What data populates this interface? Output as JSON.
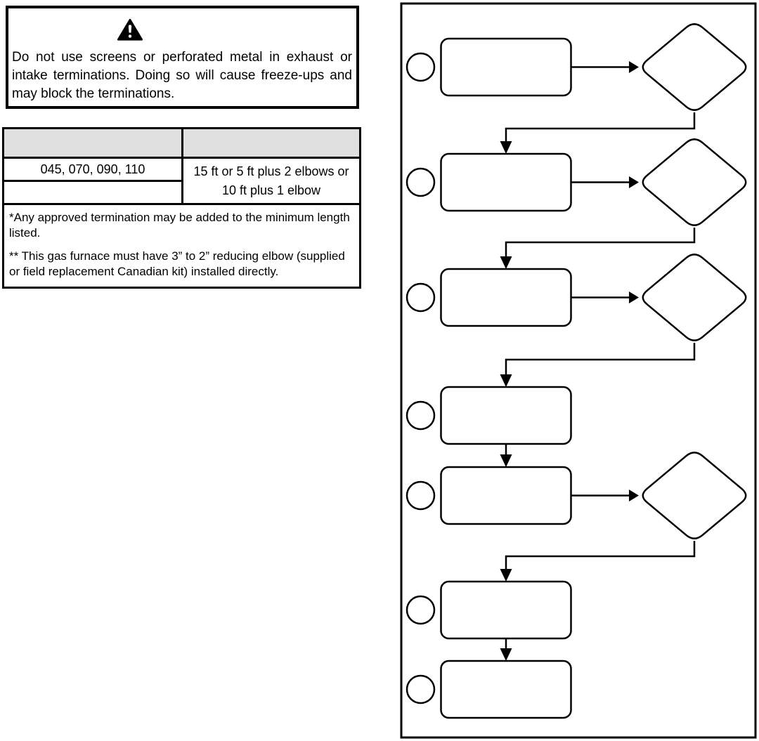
{
  "page": {
    "background_color": "#ffffff",
    "text_color": "#000000"
  },
  "warning_box": {
    "icon": "warning-triangle-icon",
    "border_color": "#000000",
    "text": "Do not use screens or perforated metal in exhaust or intake terminations. Doing so will cause freeze-ups and may block the terminations."
  },
  "spec_table": {
    "header_bg_color": "#e0e0e0",
    "header": {
      "col1": "",
      "col2": ""
    },
    "row1": {
      "col1": "045, 070, 090, 110",
      "col2": "15 ft or 5 ft plus 2 elbows or 10 ft plus 1 elbow"
    },
    "row2": {
      "col1": ""
    },
    "footnotes": [
      "*Any approved termination may be added to the minimum length listed.",
      "** This gas furnace must have 3” to 2” reducing elbow (supplied or field replacement Canadian kit) installed directly."
    ]
  },
  "flowchart": {
    "line_color": "#000000",
    "fill_color": "#ffffff",
    "steps_count": 7,
    "decision_count": 4
  }
}
